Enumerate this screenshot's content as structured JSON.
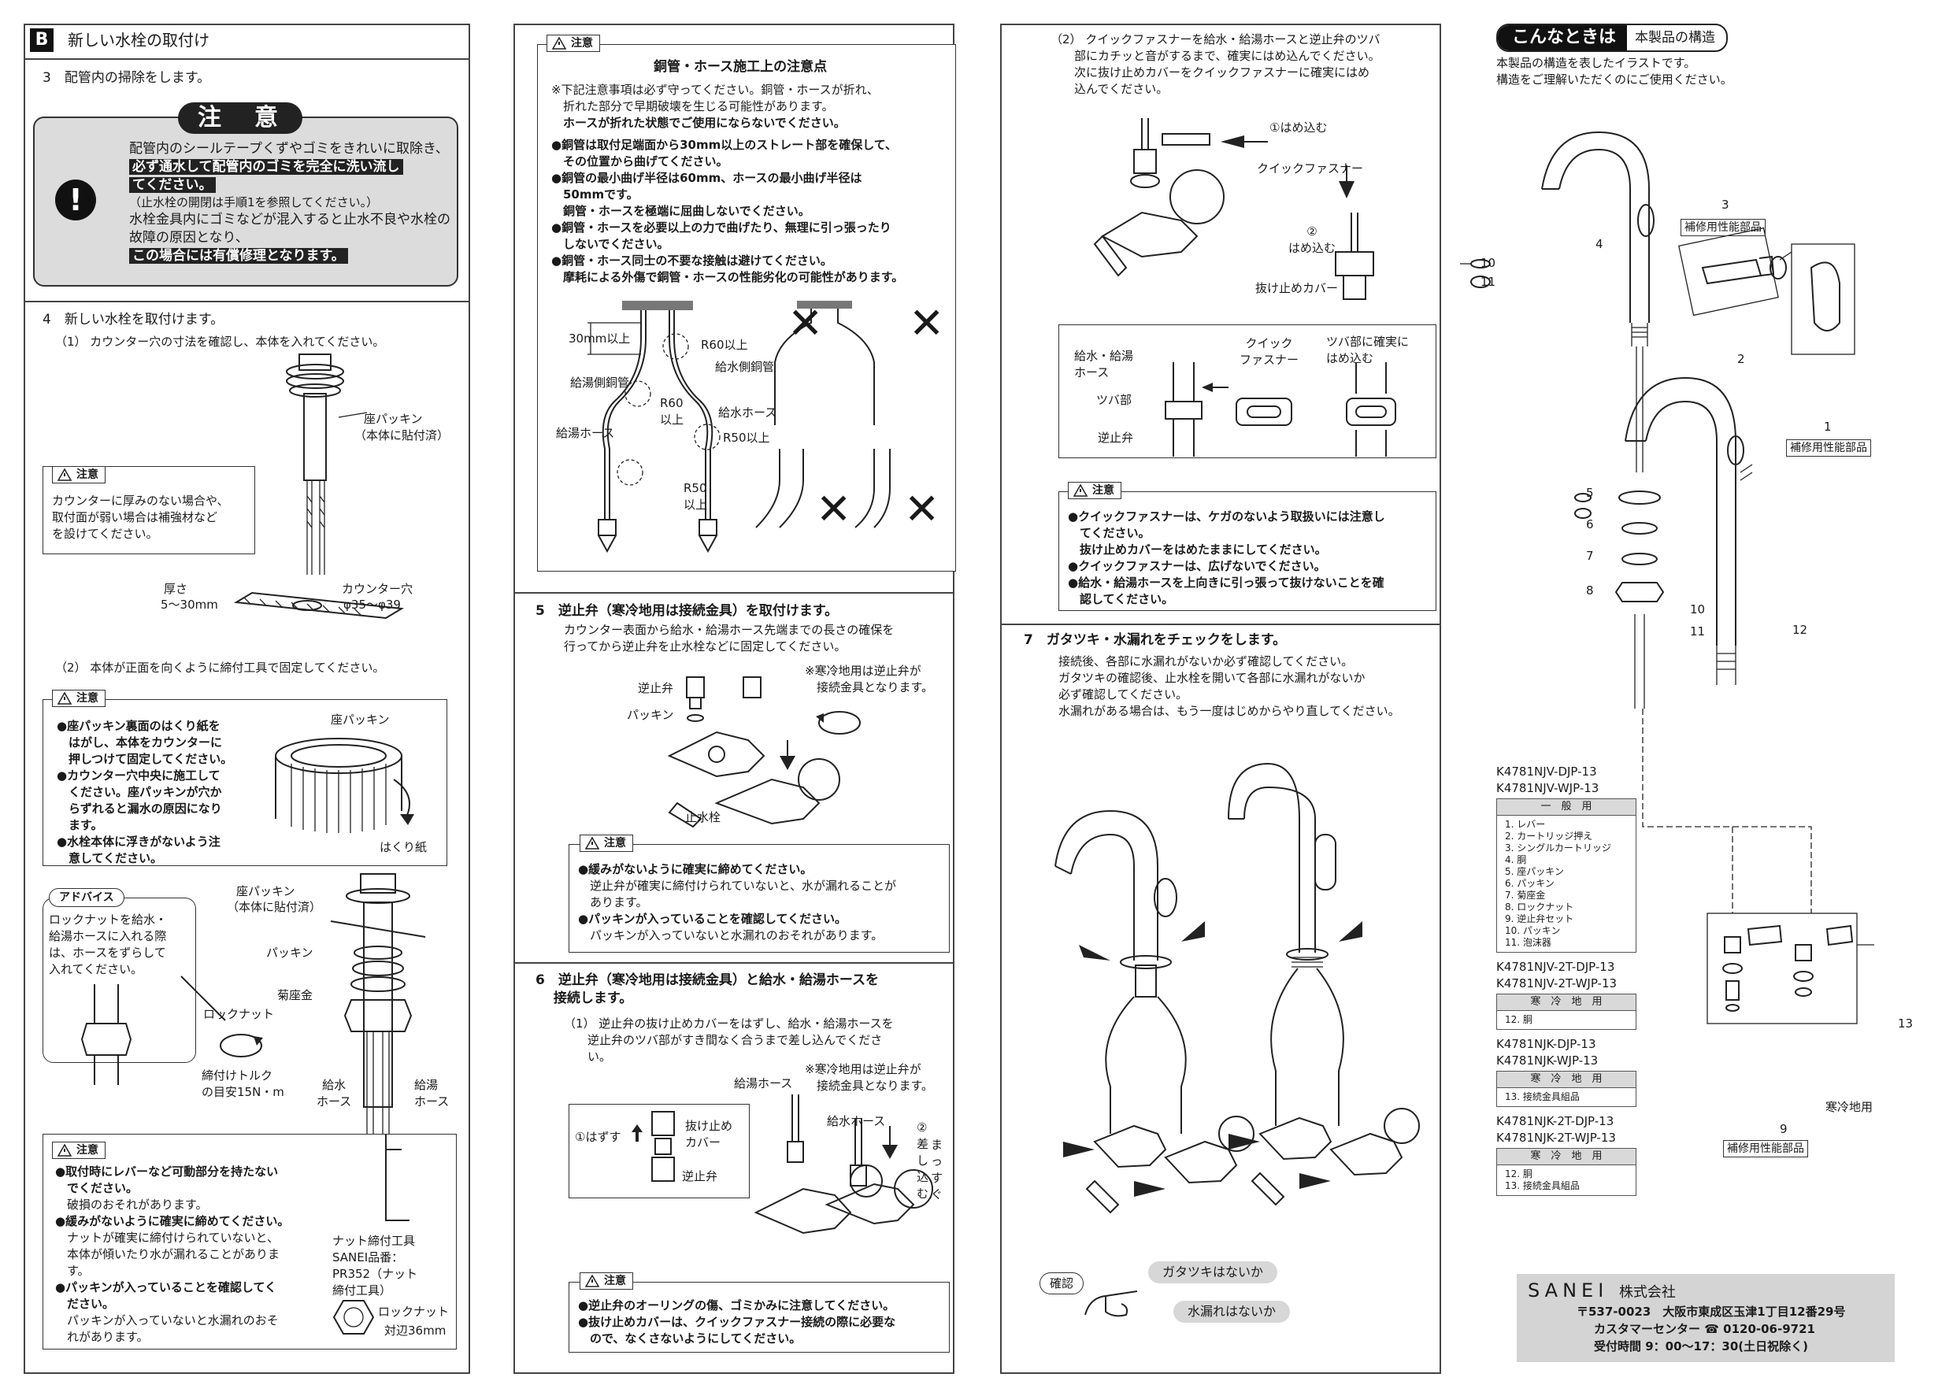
{
  "col1": {
    "section_letter": "B",
    "section_title": "新しい水栓の取付け",
    "step3": "3　配管内の掃除をします。",
    "caution_big_title": "注　意",
    "caution_big": [
      "配管内のシールテープくずやゴミをきれいに取除き、",
      "必ず通水して配管内のゴミを完全に洗い流し",
      "てください。",
      "（止水栓の開閉は手順1を参照してください。）",
      "水栓金具内にゴミなどが混入すると止水不良や水栓の",
      "故障の原因となり、",
      "この場合には有償修理となります。"
    ],
    "step4": "4　新しい水栓を取付けます。",
    "step4_1": "（1） カウンター穴の寸法を確認し、本体を入れてください。",
    "label_zapackin": "座パッキン",
    "label_zapackin_note": "（本体に貼付済）",
    "caution_label": "注意",
    "caution_counter": [
      "カウンターに厚みのない場合や、",
      "取付面が弱い場合は補強材など",
      "を設けてください。"
    ],
    "label_thickness": "厚さ",
    "label_thickness_val": "5～30mm",
    "label_counter_hole": "カウンター穴",
    "label_counter_hole_val": "φ35～φ39",
    "step4_2": "（2） 本体が正面を向くように締付工具で固定してください。",
    "caution_zapackin": [
      "●座パッキン裏面のはくり紙を",
      "　はがし、本体をカウンターに",
      "　押しつけて固定してください。",
      "●カウンター穴中央に施工して",
      "　ください。座パッキンが穴か",
      "　らずれると漏水の原因になり",
      "　ます。",
      "●水栓本体に浮きがないよう注",
      "　意してください。"
    ],
    "label_zapackin2": "座パッキン",
    "label_hakurishi": "はくり紙",
    "advice_label": "アドバイス",
    "advice": [
      "ロックナットを給水・",
      "給湯ホースに入れる際",
      "は、ホースをずらして",
      "入れてください。"
    ],
    "label_zapackin3": "座パッキン",
    "label_zapackin3_note": "（本体に貼付済）",
    "label_packin": "パッキン",
    "label_kikuzagane": "菊座金",
    "label_locknut": "ロックナット",
    "label_torque": [
      "締付けトルク",
      "の目安15N・m"
    ],
    "label_kyusui_hose": [
      "給水",
      "ホース"
    ],
    "label_kyuto_hose": [
      "給湯",
      "ホース"
    ],
    "caution_install": [
      "●取付時にレバーなど可動部分を持たない",
      "　でください。",
      "　破損のおそれがあります。",
      "●緩みがないように確実に締めてください。",
      "　ナットが確実に締付けられていないと、",
      "　本体が傾いたり水が漏れることがありま",
      "　す。",
      "●パッキンが入っていることを確認してく",
      "　ださい。",
      "　パッキンが入っていないと水漏れのおそ",
      "　れがあります。"
    ],
    "label_nut_tool": [
      "ナット締付工具",
      "SANEI品番：",
      "PR352（ナット",
      "締付工具）"
    ],
    "label_locknut2": "ロックナット",
    "label_taihen": "対辺36mm"
  },
  "col2": {
    "caution_label": "注意",
    "pipe_title": "銅管・ホース施工上の注意点",
    "pipe_notes": [
      "※下記注意事項は必ず守ってください。銅管・ホースが折れ、",
      "　折れた部分で早期破壊を生じる可能性があります。",
      "　ホースが折れた状態でご使用にならないでください。"
    ],
    "pipe_bullets": [
      "●銅管は取付足端面から30mm以上のストレート部を確保して、",
      "　その位置から曲げてください。",
      "●銅管の最小曲げ半径は60mm、ホースの最小曲げ半径は",
      "　50mmです。",
      "　銅管・ホースを極端に屈曲しないでください。",
      "●銅管・ホースを必要以上の力で曲げたり、無理に引っ張ったり",
      "　しないでください。",
      "●銅管・ホース同士の不要な接触は避けてください。",
      "　摩耗による外傷で銅管・ホースの性能劣化の可能性があります。"
    ],
    "label_30mm": "30mm以上",
    "label_r60": "R60以上",
    "label_kyusui_dokan": "給水側銅管",
    "label_kyuto_dokan": "給湯側銅管",
    "label_r60b": [
      "R60",
      "以上"
    ],
    "label_kyusui_hose": "給水ホース",
    "label_kyuto_hose": "給湯ホース",
    "label_r50": "R50以上",
    "label_r50b": [
      "R50",
      "以上"
    ],
    "cross_mark": "✕",
    "step5_title": "5　逆止弁（寒冷地用は接続金具）を取付けます。",
    "step5_desc": [
      "カウンター表面から給水・給湯ホース先端までの長さの確保を",
      "行ってから逆止弁を止水栓などに固定してください。"
    ],
    "step5_note": [
      "※寒冷地用は逆止弁が",
      "　接続金具となります。"
    ],
    "label_gyakushiben": "逆止弁",
    "label_packin": "パッキン",
    "label_shisuisen": "止水栓",
    "caution_step5": [
      "●緩みがないように確実に締めてください。",
      "　逆止弁が確実に締付けられていないと、水が漏れることが",
      "　あります。",
      "●パッキンが入っていることを確認してください。",
      "　パッキンが入っていないと水漏れのおそれがあります。"
    ],
    "step6_title": [
      "6　逆止弁（寒冷地用は接続金具）と給水・給湯ホースを",
      "　 接続します。"
    ],
    "step6_1": [
      "（1） 逆止弁の抜け止めカバーをはずし、給水・給湯ホースを",
      "　　逆止弁のツバ部がすき間なく合うまで差し込んでくださ",
      "　　い。"
    ],
    "step6_note": [
      "※寒冷地用は逆止弁が",
      "　接続金具となります。"
    ],
    "label_kyuto_hose2": "給湯ホース",
    "label_kyusui_hose2": "給水ホース",
    "label_hazusu": "①はずす",
    "label_nukedome_cover": [
      "抜け止め",
      "カバー"
    ],
    "label_gyakushiben2": "逆止弁",
    "label_sashikomu": [
      "②",
      "差",
      "し",
      "込",
      "む"
    ],
    "label_massugu": [
      "ま",
      "っ",
      "す",
      "ぐ"
    ],
    "caution_step6": [
      "●逆止弁のオーリングの傷、ゴミかみに注意してください。",
      "●抜け止めカバーは、クイックファスナー接続の際に必要な",
      "　ので、なくさないようにしてください。"
    ]
  },
  "col3": {
    "step6_2": [
      "（2） クイックファスナーを給水・給湯ホースと逆止弁のツバ",
      "　　部にカチッと音がするまで、確実にはめ込んでください。",
      "　　次に抜け止めカバーをクイックファスナーに確実にはめ",
      "　　込んでください。"
    ],
    "label_hamekomu1": "①はめ込む",
    "label_quick_fastener": "クイックファスナー",
    "label_hamekomu2": [
      "②",
      "はめ込む"
    ],
    "label_nukedome_cover": "抜け止めカバー",
    "label_kyusui_kyuto_hose": [
      "給水・給湯",
      "ホース"
    ],
    "label_quick_fastener2": [
      "クイック",
      "ファスナー"
    ],
    "label_tsuba_hamekomu": [
      "ツバ部に確実に",
      "はめ込む"
    ],
    "label_tsubabu": "ツバ部",
    "label_gyakushiben": "逆止弁",
    "caution_label": "注意",
    "caution_quick": [
      "●クイックファスナーは、ケガのないよう取扱いには注意し",
      "　てください。",
      "　抜け止めカバーをはめたままにしてください。",
      "●クイックファスナーは、広げないでください。",
      "●給水・給湯ホースを上向きに引っ張って抜けないことを確",
      "　認してください。"
    ],
    "step7_title": "7　ガタツキ・水漏れをチェックをします。",
    "step7_desc": [
      "接続後、各部に水漏れがないか必ず確認してください。",
      "ガタツキの確認後、止水栓を開いて各部に水漏れがないか",
      "必ず確認してください。",
      "水漏れがある場合は、もう一度はじめからやり直してください。"
    ],
    "label_kakunin": "確認",
    "pill_gatatsuki": "ガタツキはないか",
    "pill_mizumore": "水漏れはないか"
  },
  "col4": {
    "header_title": "こんなときは",
    "header_sub": "本製品の構造",
    "intro": [
      "本製品の構造を表したイラストです。",
      "構造をご理解いただくのにご使用ください。"
    ],
    "callout_3": "3",
    "callout_4": "4",
    "callout_10": "10",
    "callout_11": "11",
    "callout_2": "2",
    "callout_1": "1",
    "callout_5": "5",
    "callout_6": "6",
    "callout_7": "7",
    "callout_8": "8",
    "callout_10b": "10",
    "callout_11b": "11",
    "callout_12": "12",
    "callout_13": "13",
    "callout_9": "9",
    "label_hoshu1": "補修用性能部品",
    "label_hoshu2": "補修用性能部品",
    "label_hoshu3": "補修用性能部品",
    "label_kanrei": "寒冷地用",
    "models": [
      {
        "names": [
          "K4781NJV-DJP-13",
          "K4781NJV-WJP-13"
        ],
        "category": "一　般　用",
        "parts": [
          "1. レバー",
          "2. カートリッジ押え",
          "3. シングルカートリッジ",
          "4. 胴",
          "5. 座パッキン",
          "6. パッキン",
          "7. 菊座金",
          "8. ロックナット",
          "9. 逆止弁セット",
          "10. パッキン",
          "11. 泡沫器"
        ]
      },
      {
        "names": [
          "K4781NJV-2T-DJP-13",
          "K4781NJV-2T-WJP-13"
        ],
        "category": "寒　冷　地　用",
        "parts": [
          "12. 胴"
        ]
      },
      {
        "names": [
          "K4781NJK-DJP-13",
          "K4781NJK-WJP-13"
        ],
        "category": "寒　冷　地　用",
        "parts": [
          "13. 接続金具組品"
        ]
      },
      {
        "names": [
          "K4781NJK-2T-DJP-13",
          "K4781NJK-2T-WJP-13"
        ],
        "category": "寒　冷　地　用",
        "parts": [
          "12. 胴",
          "13. 接続金具組品"
        ]
      }
    ],
    "company_brand": "SANEI",
    "company_suffix": "株式会社",
    "company_address": "〒537-0023　大阪市東成区玉津1丁目12番29号",
    "company_center": "カスタマーセンター ☎ 0120-06-9721",
    "company_hours": "受付時間 9：00～17：30(土日祝除く)"
  }
}
